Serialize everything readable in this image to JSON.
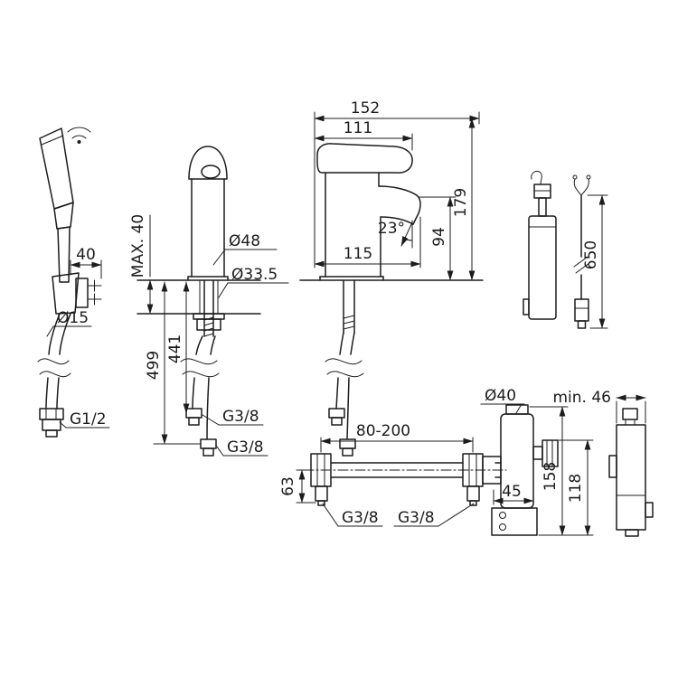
{
  "colors": {
    "line": "#1c1c1c",
    "background": "#ffffff"
  },
  "views": {
    "handshower": {
      "offset_40": "40",
      "hose_dia": "Ø15",
      "thread": "G1/2"
    },
    "faucet_side": {
      "deck_max": "MAX. 40",
      "body_dia": "Ø48",
      "hole_dia": "Ø33.5",
      "len_441": "441",
      "len_499": "499",
      "thread_upper": "G3/8",
      "thread_lower": "G3/8"
    },
    "faucet_front": {
      "depth_152": "152",
      "lever_111": "111",
      "height_179": "179",
      "spout_94": "94",
      "angle_23": "23°",
      "reach_115": "115"
    },
    "accessory": {
      "cable_650": "650"
    },
    "installation": {
      "dia_40": "Ø40",
      "min_46": "min. 46",
      "span_80_200": "80-200",
      "offset_63": "63",
      "thread_left": "G3/8",
      "thread_right": "G3/8",
      "offset_45": "45",
      "height_158": "158",
      "height_118": "118"
    }
  }
}
